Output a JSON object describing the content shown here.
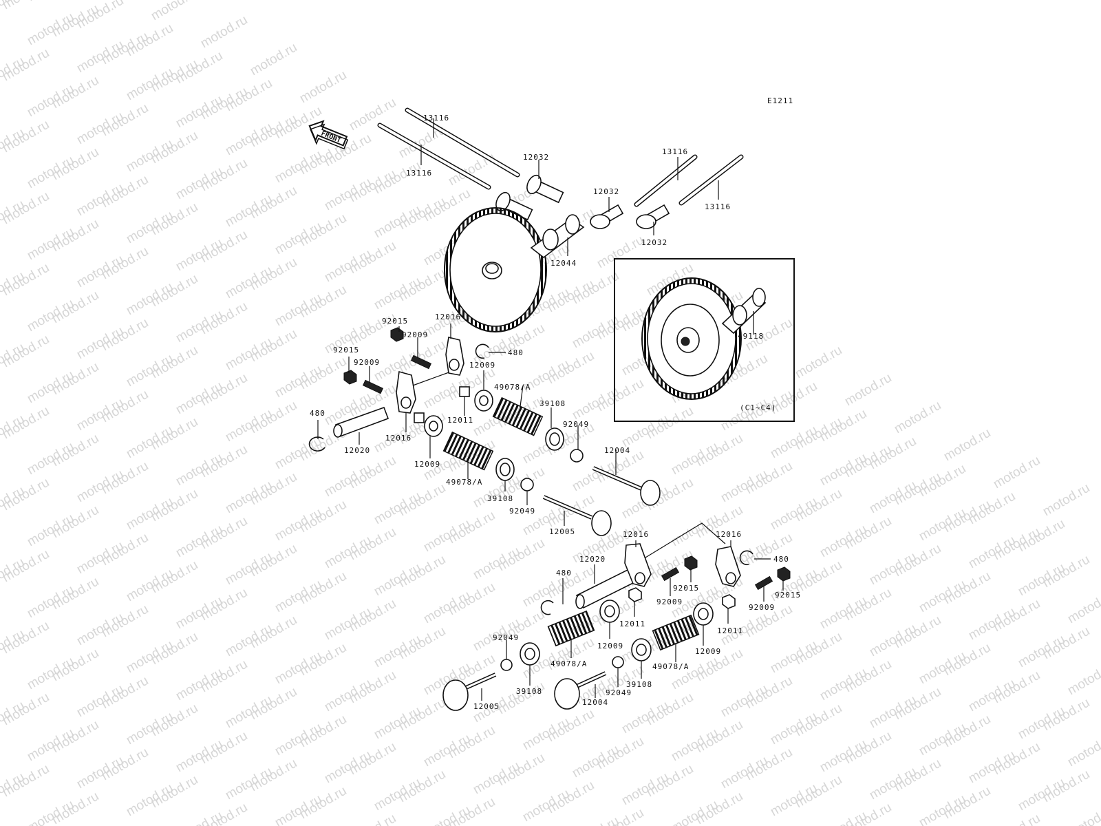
{
  "diagram": {
    "code": "E1211",
    "front_label": "FRONT",
    "watermark": "motod.ru",
    "inset_note": "(C1~C4)",
    "labels": {
      "p13116_a": "13116",
      "p13116_b": "13116",
      "p13116_c": "13116",
      "p13116_d": "13116",
      "p12032_a": "12032",
      "p12032_b": "12032",
      "p12032_c": "12032",
      "p12044": "12044",
      "p49118": "49118",
      "p92015_a": "92015",
      "p92015_b": "92015",
      "p92015_c": "92015",
      "p92015_d": "92015",
      "p92009_a": "92009",
      "p92009_b": "92009",
      "p92009_c": "92009",
      "p92009_d": "92009",
      "p12016_a": "12016",
      "p12016_b": "12016",
      "p12016_c": "12016",
      "p12016_d": "12016",
      "p480_a": "480",
      "p480_b": "480",
      "p480_c": "480",
      "p480_d": "480",
      "p12009_a": "12009",
      "p12009_b": "12009",
      "p12009_c": "12009",
      "p12009_d": "12009",
      "p49078_a": "49078/A",
      "p49078_b": "49078/A",
      "p49078_c": "49078/A",
      "p49078_d": "49078/A",
      "p39108_a": "39108",
      "p39108_b": "39108",
      "p39108_c": "39108",
      "p39108_d": "39108",
      "p92049_a": "92049",
      "p92049_b": "92049",
      "p92049_c": "92049",
      "p92049_d": "92049",
      "p12011_a": "12011",
      "p12011_b": "12011",
      "p12011_c": "12011",
      "p12020_a": "12020",
      "p12020_b": "12020",
      "p12004_a": "12004",
      "p12004_b": "12004",
      "p12005_a": "12005",
      "p12005_b": "12005"
    }
  }
}
